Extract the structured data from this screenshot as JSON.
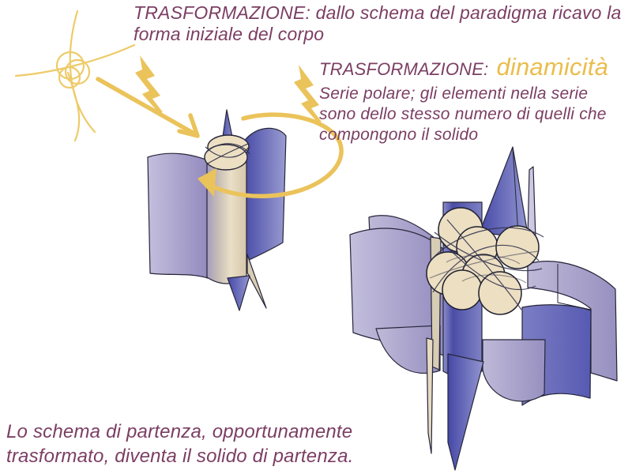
{
  "colors": {
    "background": "#ffffff",
    "text": "#7b3e63",
    "accent": "#ebc35b",
    "sketch": "#eecb69",
    "sheet_purple": "#9d95c4",
    "sheet_blue": "#5558b0",
    "cylinder_beige": "#ecdfc2",
    "outline": "#26263a"
  },
  "annotations": {
    "top": {
      "lines": [
        "TRASFORMAZIONE: dallo schema del paradigma ricavo la",
        "forma iniziale del corpo"
      ]
    },
    "dynamic": {
      "label": "TRASFORMAZIONE:",
      "highlight": "dinamicità",
      "desc_lines": [
        "Serie polare; gli elementi nella serie",
        "sono dello stesso numero di quelli che",
        "compongono il solido"
      ]
    },
    "bottom": {
      "lines": [
        "Lo schema di partenza, opportunamente",
        "trasformato, diventa il solido di partenza."
      ]
    }
  },
  "icons": {
    "paradigm_sketch": "crossed arcs with overlapping circles",
    "lightning": "zigzag bolt",
    "arrow": "straight pointer arrow",
    "rotation_arrow": "elliptical rotation arrow"
  }
}
